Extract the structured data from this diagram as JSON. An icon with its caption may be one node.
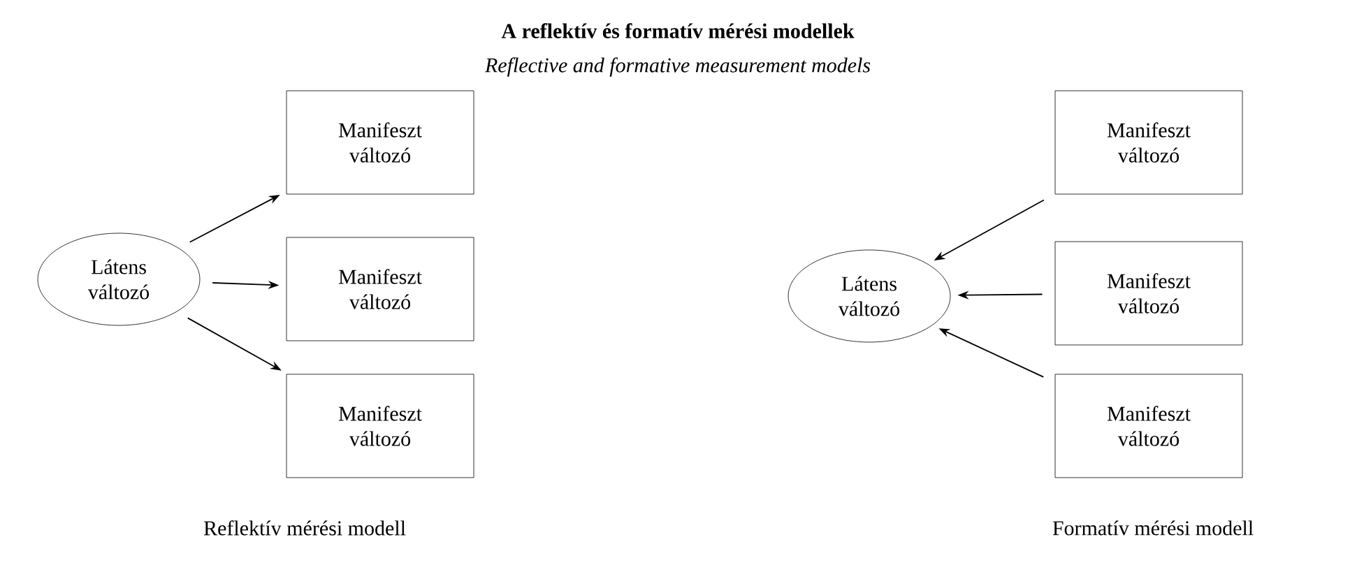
{
  "diagram": {
    "title": "A reflektív és formatív mérési modellek",
    "nodes": [
      {
        "text": [
          "Látens változó"
        ]
      },
      {
        "text": [
          "Manifeszt változó"
        ]
      },
      {
        "text": [
          "Manifeszt változó"
        ]
      },
      {
        "text": [
          "Manifeszt változó"
        ]
      },
      {
        "text": [
          "Látens változó"
        ]
      },
      {
        "text": [
          "Manifeszt változó"
        ]
      },
      {
        "text": [
          "Manifeszt változó"
        ]
      },
      {
        "text": [
          "Manifeszt változó"
        ]
      }
    ],
    "edges": [
      {
        "from": 0,
        "to": 1,
        "arrow": "to"
      },
      {
        "from": 0,
        "to": 2,
        "arrow": "to"
      },
      {
        "from": 0,
        "to": 3,
        "arrow": "to"
      },
      {
        "from": 5,
        "to": 4,
        "arrow": "to"
      },
      {
        "from": 6,
        "to": 4,
        "arrow": "to"
      },
      {
        "from": 7,
        "to": 4,
        "arrow": "to"
      }
    ],
    "labels": [
      "Reflective and formative measurement models",
      "Reflektív mérési modell",
      "Formatív mérési modell"
    ]
  }
}
